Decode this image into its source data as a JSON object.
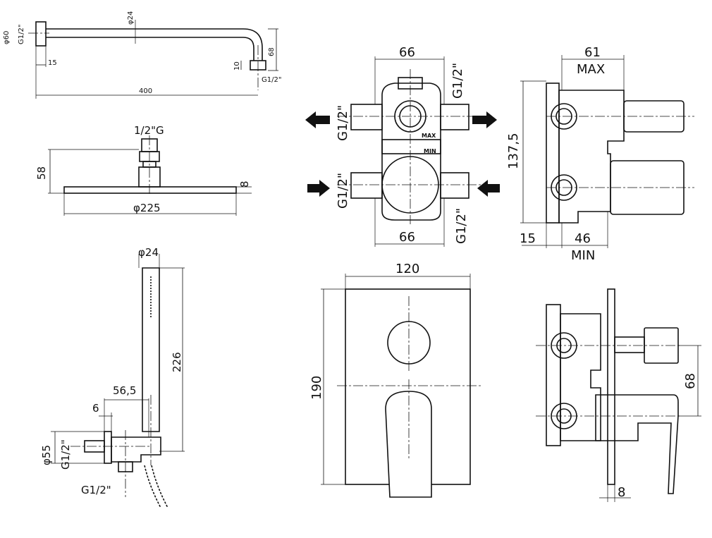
{
  "labels": {
    "arm_diameter": "φ24",
    "arm_flange_diameter": "φ60",
    "arm_thread_left": "G1/2\"",
    "arm_flange_depth": "15",
    "arm_length": "400",
    "arm_drop": "68",
    "arm_tip": "10",
    "arm_thread_right": "G1/2\"",
    "head_thread": "1/2\"G",
    "head_height": "58",
    "head_thickness": "8",
    "head_diameter": "φ225",
    "hand_diameter": "φ24",
    "hand_length": "226",
    "outlet_offset": "56,5",
    "outlet_flange_depth": "6",
    "outlet_diameter": "φ55",
    "outlet_thread_side": "G1/2\"",
    "outlet_thread_bottom": "G1/2\"",
    "body_top_width": "66",
    "body_bottom_width": "66",
    "body_thread_upper_left": "G1/2\"",
    "body_thread_upper_right": "G1/2\"",
    "body_thread_lower_left": "G1/2\"",
    "body_thread_lower_right": "G1/2\"",
    "body_max_label": "MAX",
    "body_min_label": "MIN",
    "side_depth": "61",
    "side_max": "MAX",
    "side_height": "137,5",
    "side_cover": "15",
    "side_min_depth": "46",
    "side_min": "MIN",
    "plate_width": "120",
    "plate_height": "190",
    "plate_side_offset": "68",
    "plate_thickness": "8"
  }
}
